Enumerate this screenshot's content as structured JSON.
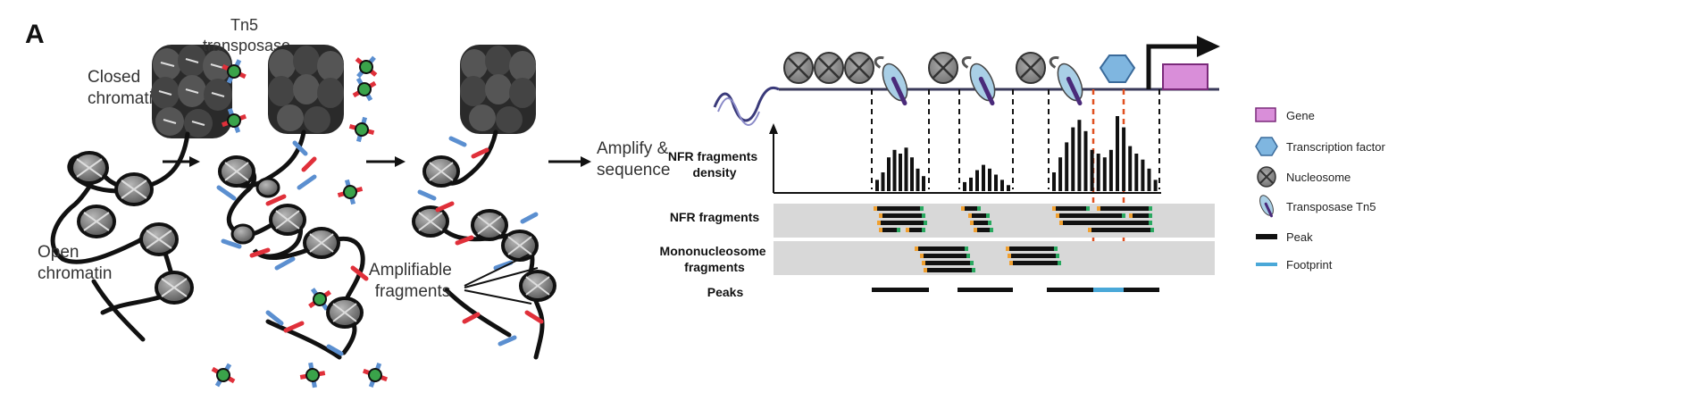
{
  "panel_letter": "A",
  "left": {
    "closed_chromatin": [
      "Closed",
      "chromatin"
    ],
    "open_chromatin": [
      "Open",
      "chromatin"
    ],
    "tn5": [
      "Tn5",
      "transposase"
    ],
    "amplify": [
      "Amplify &",
      "sequence"
    ],
    "amplifiable": [
      "Amplifiable",
      "fragments"
    ]
  },
  "right": {
    "track_labels": {
      "nfr_density": [
        "NFR fragments",
        "density"
      ],
      "nfr_fragments": "NFR fragments",
      "mono": [
        "Mononucleosome",
        "fragments"
      ],
      "peaks": "Peaks"
    },
    "density_bars": {
      "group1": [
        0.15,
        0.25,
        0.45,
        0.55,
        0.5,
        0.58,
        0.45,
        0.3,
        0.2
      ],
      "group2": [
        0.12,
        0.18,
        0.28,
        0.35,
        0.3,
        0.22,
        0.15,
        0.08
      ],
      "group3": [
        0.25,
        0.45,
        0.65,
        0.85,
        0.95,
        0.8,
        0.55,
        0.5,
        0.45,
        0.55,
        1.0,
        0.85,
        0.6,
        0.5,
        0.42,
        0.3,
        0.15
      ]
    }
  },
  "legend": [
    {
      "icon": "gene",
      "label": "Gene"
    },
    {
      "icon": "transcription-factor",
      "label": "Transcription factor"
    },
    {
      "icon": "nucleosome",
      "label": "Nucleosome"
    },
    {
      "icon": "transposase",
      "label": "Transposase Tn5"
    },
    {
      "icon": "peak",
      "label": "Peak"
    },
    {
      "icon": "footprint",
      "label": "Footprint"
    }
  ],
  "colors": {
    "gene_fill": "#d98ed9",
    "gene_stroke": "#7a2a7a",
    "tf_fill": "#7fb6e0",
    "nucleosome_fill": "#8a8a8a",
    "transposase_fill": "#a9cfe6",
    "peak": "#111111",
    "footprint": "#4aa8d8",
    "fragment_band": "#d8d8d8",
    "fragment_start": "#f0a030",
    "fragment_end": "#2aa860",
    "cut_line": "#e05020"
  }
}
